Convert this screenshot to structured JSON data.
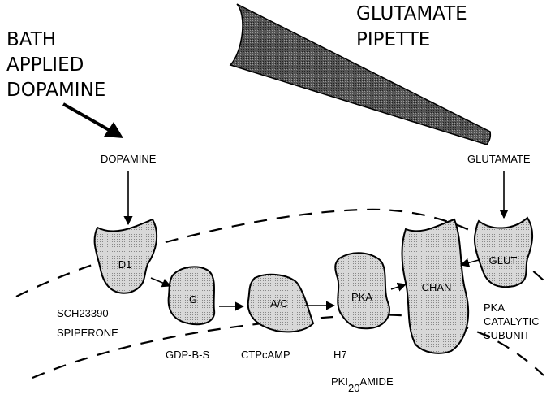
{
  "labels": {
    "bath_applied": [
      "BATH",
      "APPLIED",
      "DOPAMINE"
    ],
    "glutamate_pipette": [
      "GLUTAMATE",
      "PIPETTE"
    ],
    "dopamine": "DOPAMINE",
    "glutamate": "GLUTAMATE"
  },
  "proteins": {
    "d1": "D1",
    "g": "G",
    "ac": "A/C",
    "pka": "PKA",
    "chan": "CHAN",
    "glut": "GLUT"
  },
  "blockers": {
    "d1": [
      "SCH23390",
      "SPIPERONE"
    ],
    "g": "GDP-B-S",
    "ac": "CTPcAMP",
    "pka_1": "H7",
    "pka_2_prefix": "PKI",
    "pka_2_sub": "20",
    "pka_2_suffix": "AMIDE",
    "chan": [
      "PKA",
      "CATALYTIC",
      "SUBUNIT"
    ]
  }
}
